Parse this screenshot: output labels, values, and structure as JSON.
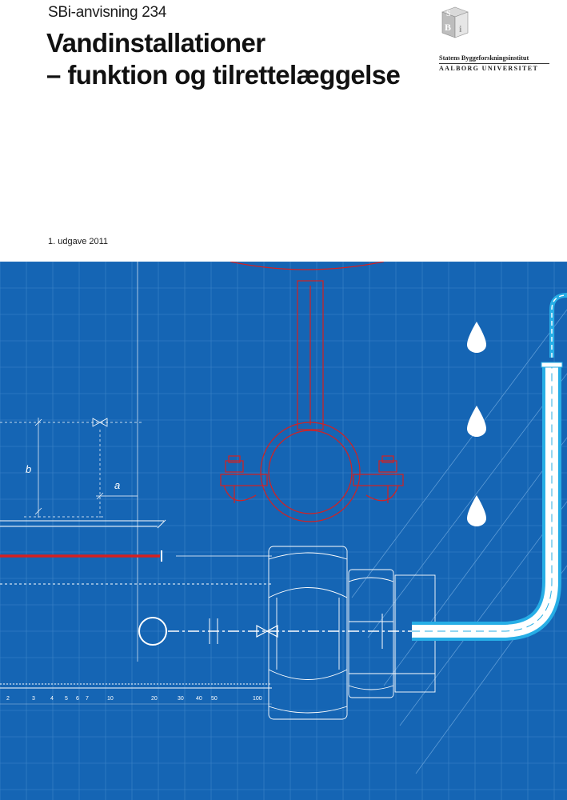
{
  "cover": {
    "series": "SBi-anvisning 234",
    "title_line1": "Vandinstallationer",
    "title_line2": "– funktion og tilrettelæggelse",
    "edition": "1. udgave 2011"
  },
  "publisher": {
    "logo_letters": [
      "S",
      "B",
      "i"
    ],
    "name": "Statens Byggeforskningsinstitut",
    "university": "AALBORG UNIVERSITET"
  },
  "illustration": {
    "dimension_labels": [
      "b",
      "a"
    ],
    "scale_labels": [
      "2",
      "3",
      "4",
      "5",
      "6",
      "7",
      "10",
      "20",
      "30",
      "40",
      "50",
      "100"
    ],
    "colors": {
      "background": "#1565b4",
      "grid": "#3f86c9",
      "line_white": "#ffffff",
      "line_red": "#d62020",
      "cold_water": "#27aee6"
    },
    "icons": [
      "water-drop-icon",
      "valve-icon",
      "pipe-clamp",
      "hex-nut-fitting"
    ]
  }
}
